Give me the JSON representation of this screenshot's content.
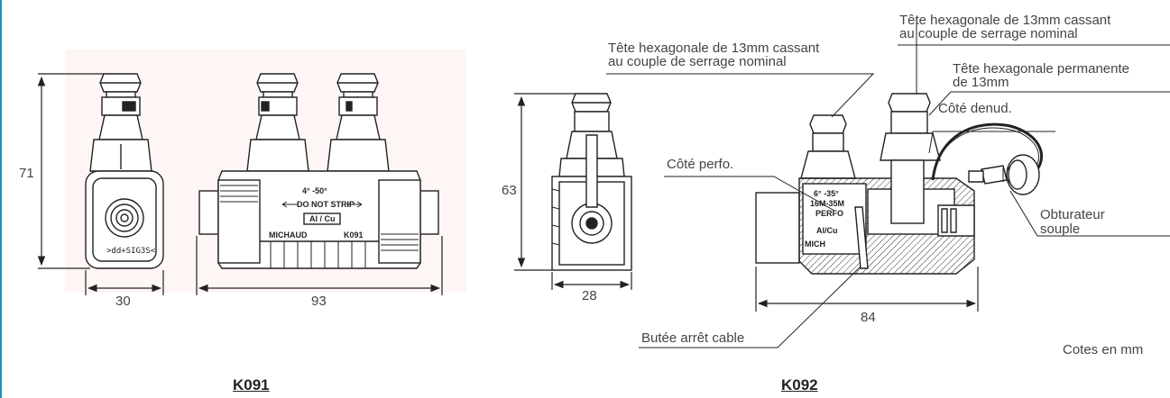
{
  "dimensions": {
    "k091_height": "71",
    "k091_side_width": "30",
    "k091_length": "93",
    "k092_height": "63",
    "k092_side_width": "28",
    "k092_length": "84"
  },
  "k091_markings": {
    "angle": "4° -50°",
    "warning": "DO NOT STRIP",
    "material": "Al / Cu",
    "brand": "MICHAUD",
    "model": "K091",
    "side_text": ">dd+SIG3S<"
  },
  "k092_markings": {
    "angle": "6° -35°",
    "section": "16M-35M",
    "type": "PERFO",
    "material": "Al/Cu",
    "brand": "MICH"
  },
  "labels": {
    "shear_head_left_line1": "Tête hexagonale de 13mm cassant",
    "shear_head_left_line2": "au couple de serrage nominal",
    "shear_head_right_line1": "Tête hexagonale de 13mm cassant",
    "shear_head_right_line2": "au couple de serrage nominal",
    "permanent_head_line1": "Tête hexagonale permanente",
    "permanent_head_line2": "de 13mm",
    "stripped_side": "Côté denud.",
    "perfo_side": "Côté perfo.",
    "cap_line1": "Obturateur",
    "cap_line2": "souple",
    "cable_stop": "Butée arrêt cable",
    "units_note": "Cotes en mm"
  },
  "models": {
    "left": "K091",
    "right": "K092"
  },
  "colors": {
    "accent_rule": "#1d8fb4",
    "ink": "#222222",
    "background_tint": "#fdf6f4"
  }
}
